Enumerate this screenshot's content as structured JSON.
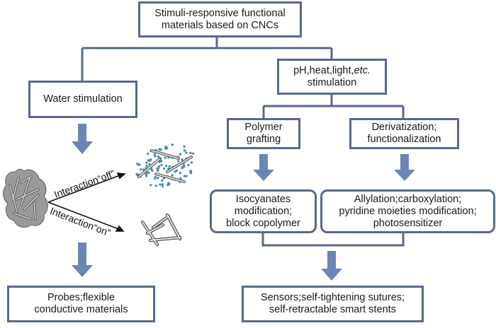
{
  "diagram": {
    "root": {
      "lines": [
        "Stimuli-responsive functional",
        "materials based on CNCs"
      ]
    },
    "water_branch": {
      "title": "Water stimulation",
      "interaction_off_label": "Interaction“off”",
      "interaction_on_label": "Interaction“on”",
      "application": [
        "Probes;flexible",
        "conductive materials"
      ]
    },
    "stimuli_branch": {
      "title_prefix": "pH,heat,light,",
      "title_italic": "etc.",
      "title_line2": "stimulation",
      "polymer_grafting": [
        "Polymer",
        "grafting"
      ],
      "derivatization": [
        "Derivatization;",
        "functionalization"
      ],
      "isocyanates": [
        "Isocyanates",
        "modification;",
        "block copolymer"
      ],
      "allylation": [
        "Allylation;carboxylation;",
        "pyridine moieties modification;",
        "photosensitizer"
      ],
      "application": [
        "Sensors;self-tightening sutures;",
        "self-retractable smart stents"
      ]
    },
    "colors": {
      "box_border": "#58698a",
      "arrow_fill": "#6b86b5",
      "connector": "#58698a",
      "water_droplet": "#4a8fa8",
      "aggregate_fill": "#9a9a9a",
      "rod_fill": "#d8d2cc"
    }
  }
}
